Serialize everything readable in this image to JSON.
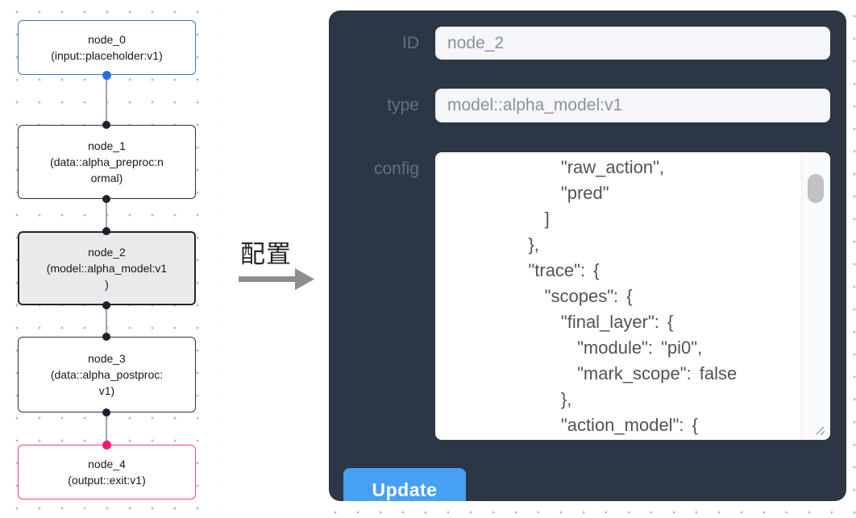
{
  "graph": {
    "nodes": [
      {
        "id": "node_0",
        "kind": "input",
        "text": "node_0\n(input::placeholder:v1)"
      },
      {
        "id": "node_1",
        "kind": "data",
        "text": "node_1\n(data::alpha_preproc:n\normal)"
      },
      {
        "id": "node_2",
        "kind": "model",
        "text": "node_2\n(model::alpha_model:v1\n)",
        "selected": true
      },
      {
        "id": "node_3",
        "kind": "data",
        "text": "node_3\n(data::alpha_postproc:\nv1)"
      },
      {
        "id": "node_4",
        "kind": "output",
        "text": "node_4\n(output::exit:v1)"
      }
    ]
  },
  "annotation": {
    "label": "配置"
  },
  "panel": {
    "fields": {
      "id": {
        "label": "ID",
        "value": "node_2"
      },
      "type": {
        "label": "type",
        "value": "model::alpha_model:v1"
      },
      "config": {
        "label": "config",
        "value": "        \"raw_action\",\n        \"pred\"\n      ]\n    },\n    \"trace\": {\n      \"scopes\": {\n        \"final_layer\": {\n          \"module\": \"pi0\",\n          \"mark_scope\": false\n        },\n        \"action_model\": {"
      }
    },
    "update_label": "Update"
  },
  "colors": {
    "panel_bg": "#2d3645",
    "button_blue": "#47a0f4",
    "input_node_border": "#4671c4",
    "output_node_border": "#ee3f8b",
    "node_border": "#2b2f38",
    "selected_node_bg": "#e9eaec",
    "port_dark": "#1d212b",
    "port_input": "#2d6ce8",
    "port_output": "#f01879",
    "edge_gray": "#a4a8ae"
  }
}
